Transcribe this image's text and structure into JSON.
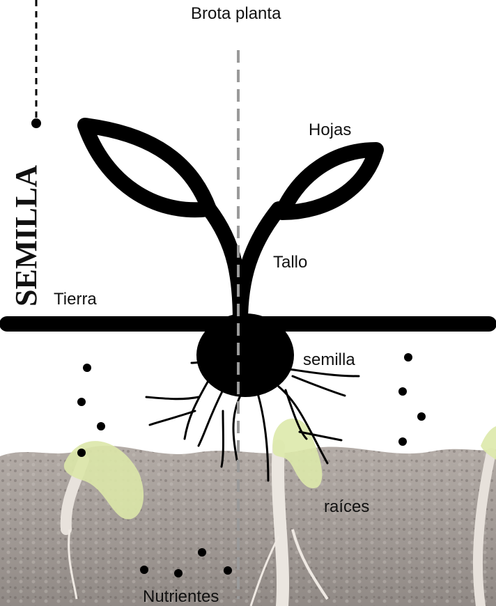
{
  "title": "Brota planta",
  "vertical_title": "SEMILLA",
  "labels": {
    "leaves": "Hojas",
    "stem": "Tallo",
    "soil": "Tierra",
    "seed": "semilla",
    "roots": "raíces",
    "nutrients": "Nutrientes"
  },
  "colors": {
    "ink": "#000000",
    "guide_line": "#9a9a9a",
    "soil_dark": "#6f6661",
    "soil_light": "#b9b1ab",
    "sprout_green": "#d9e8a6"
  }
}
